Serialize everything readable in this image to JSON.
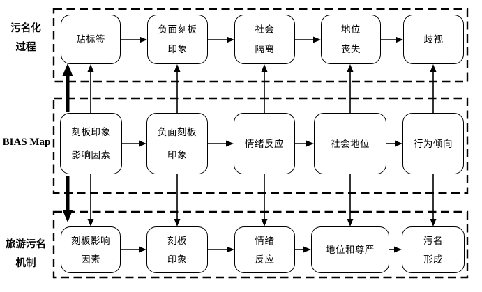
{
  "diagram": {
    "title_hint": "stigma-process vs BIAS-map vs tourism-stigma mechanism flow diagram",
    "colors": {
      "line": "#000000",
      "background": "#ffffff"
    },
    "side_labels": [
      {
        "id": "stigmatization-process",
        "label": "污名化\n过程"
      },
      {
        "id": "bias-map",
        "label": "BIAS Map"
      },
      {
        "id": "tourism-stigma-mechanism",
        "label": "旅游污名\n机制"
      }
    ],
    "rows": [
      {
        "name": "污名化过程",
        "boxes": [
          {
            "label": "贴标签"
          },
          {
            "label": "负面刻板\n印象"
          },
          {
            "label": "社会\n隔离"
          },
          {
            "label": "地位\n丧失"
          },
          {
            "label": "歧视"
          }
        ]
      },
      {
        "name": "BIAS Map",
        "boxes": [
          {
            "label": "刻板印象\n影响因素"
          },
          {
            "label": "负面刻板\n印象"
          },
          {
            "label": "情绪反应"
          },
          {
            "label": "社会地位"
          },
          {
            "label": "行为倾向"
          }
        ]
      },
      {
        "name": "旅游污名机制",
        "boxes": [
          {
            "label": "刻板影响\n因素"
          },
          {
            "label": "刻板\n印象"
          },
          {
            "label": "情绪\n反应"
          },
          {
            "label": "地位和尊严"
          },
          {
            "label": "污名\n形成"
          }
        ]
      }
    ],
    "edges": {
      "within_rows": "each row: box1 → box2 → box3 → box4 → box5 (rightward arrows)",
      "row2_to_row1": "upward arrows from each BIAS Map box to the stigmatization-process box above",
      "row2_to_row3": "downward arrows from each BIAS Map box to the tourism-stigma box below",
      "left_axis": "thick up arrow between 污名化过程 and BIAS Map; thick down arrow between BIAS Map and 旅游污名机制"
    }
  }
}
